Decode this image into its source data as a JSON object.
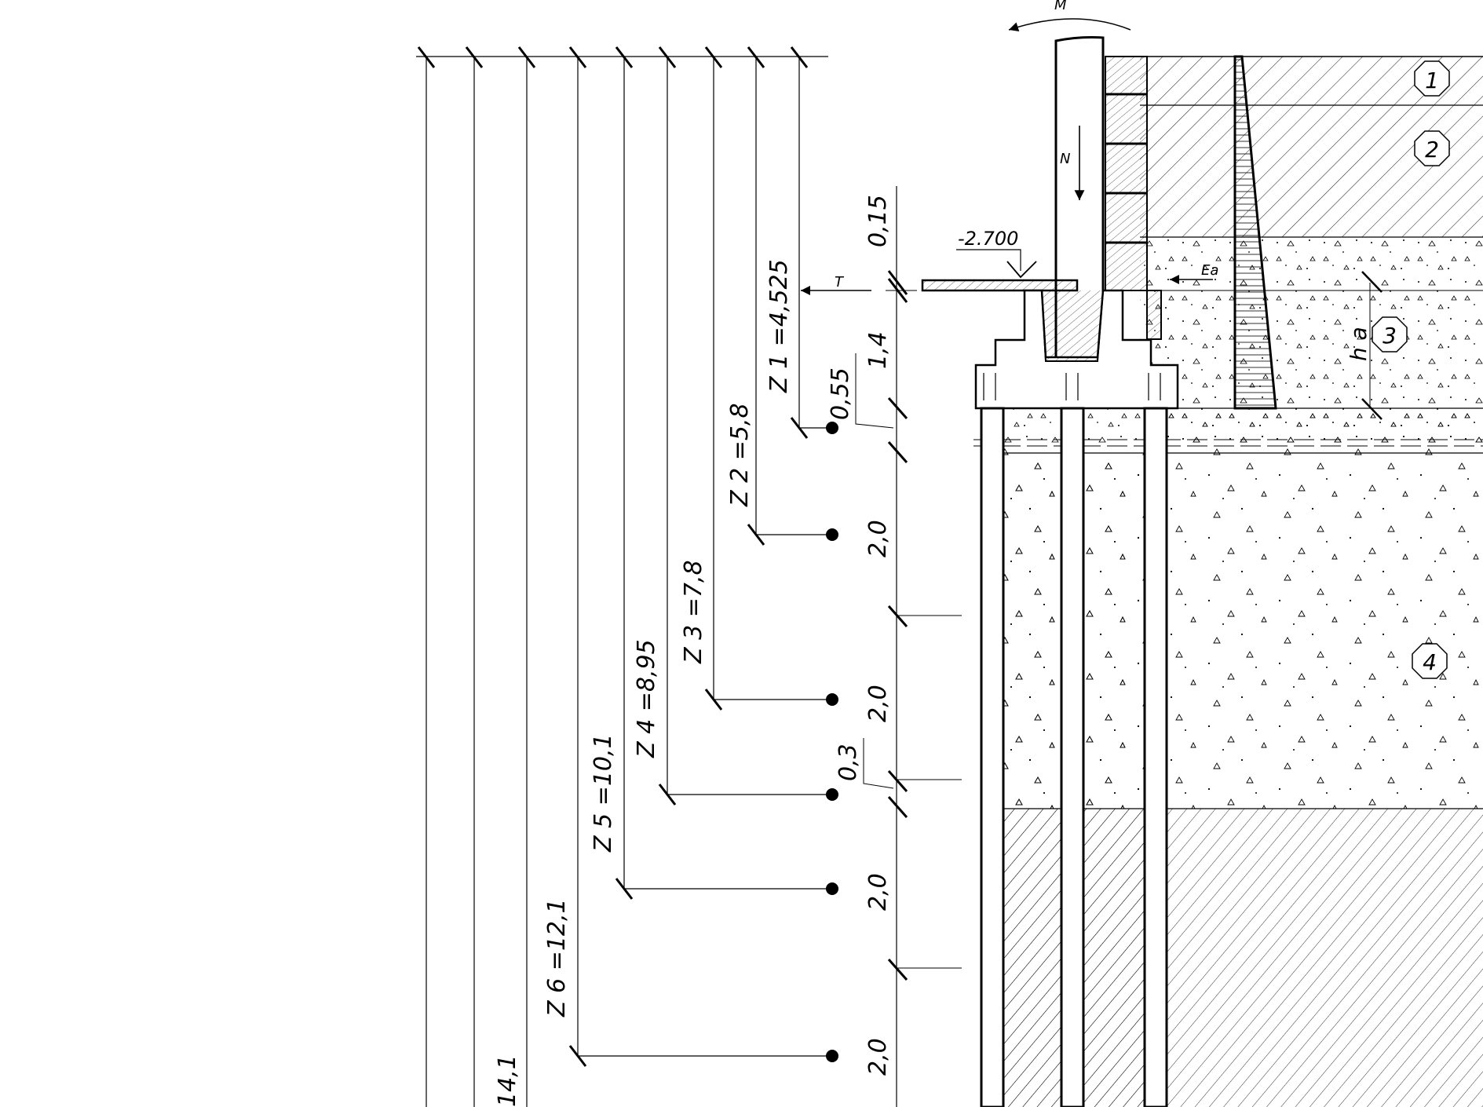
{
  "elevation": "-2.700",
  "forces": {
    "moment": "M",
    "normal": "N",
    "shear": "T",
    "earth_pressure": "Ea"
  },
  "height_active": "h a",
  "soil_layers": [
    "1",
    "2",
    "3",
    "4"
  ],
  "depths": [
    "Z 1 =4,525",
    "Z 2 =5,8",
    "Z 3 =7,8",
    "Z 4 =8,95",
    "Z 5 =10,1",
    "Z 6 =12,1",
    "14,1"
  ],
  "thicknesses": [
    "0,15",
    "1,4",
    "0,55",
    "2,0",
    "2,0",
    "0,3",
    "2,0",
    "2,0"
  ]
}
